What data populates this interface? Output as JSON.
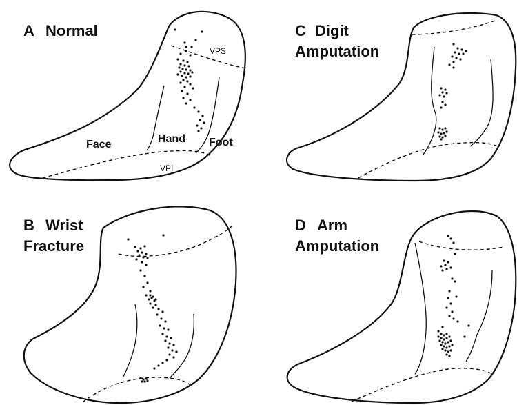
{
  "panels": [
    {
      "letter": "A",
      "title_lines": [
        "Normal"
      ],
      "region_labels": {
        "face": "Face",
        "hand": "Hand",
        "foot": "Foot",
        "vps": "VPS",
        "vpi": "VPI"
      }
    },
    {
      "letter": "B",
      "title_lines": [
        "Wrist",
        "Fracture"
      ]
    },
    {
      "letter": "C",
      "title_lines": [
        "Digit",
        "Amputation"
      ]
    },
    {
      "letter": "D",
      "title_lines": [
        "Arm",
        "Amputation"
      ]
    }
  ],
  "colors": {
    "ink": "#111111",
    "background": "#ffffff"
  }
}
